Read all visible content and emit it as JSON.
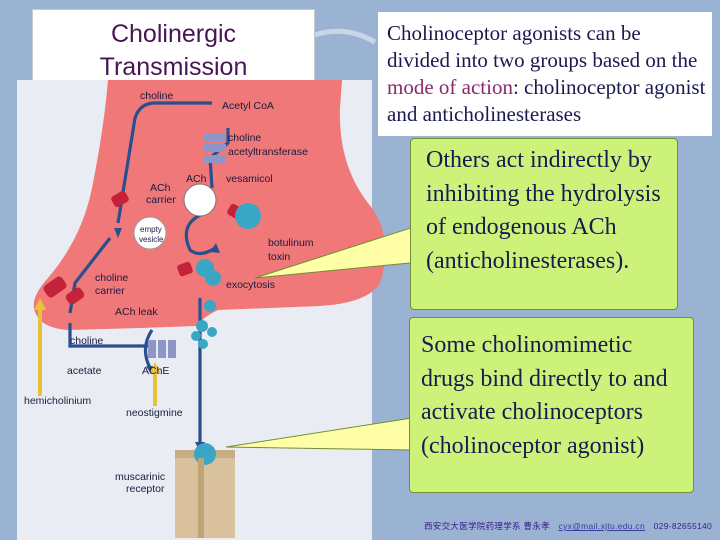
{
  "title": {
    "line1": "Cholinergic",
    "line2": "Transmission"
  },
  "intro": {
    "part1": "Cholinoceptor agonists can be divided into two groups based on the ",
    "highlight": "mode of action",
    "part2": ": cholinoceptor agonist and anticholinesterases"
  },
  "callout_indirect": "Others act indirectly by inhibiting the hydrolysis of endogenous ACh (anticholinesterases).",
  "callout_direct": "Some cholinomimetic drugs bind directly to and activate cholinoceptors (cholinoceptor agonist)",
  "diagram": {
    "labels": {
      "choline_top": "choline",
      "acetyl_coa": "Acetyl CoA",
      "cat_line1": "choline",
      "cat_line2": "acetyltransferase",
      "ach": "ACh",
      "vesamicol": "vesamicol",
      "ach_carrier_1": "ACh",
      "ach_carrier_2": "carrier",
      "empty_1": "empty",
      "empty_2": "vesicle",
      "botulinum_1": "botulinum",
      "botulinum_2": "toxin",
      "choline_carrier_1": "choline",
      "choline_carrier_2": "carrier",
      "exocytosis": "exocytosis",
      "ach_leak": "ACh leak",
      "choline_mid": "choline",
      "acetate": "acetate",
      "ache": "AChE",
      "hemicholinium": "hemicholinium",
      "neostigmine": "neostigmine",
      "muscarinic_1": "muscarinic",
      "muscarinic_2": "receptor"
    }
  },
  "footer": {
    "org": "西安交大医学院药理学系 曹永孝",
    "email": "cyx@mail.xjtu.edu.cn",
    "phone": "029-82655140"
  },
  "colors": {
    "terminal": "#f07878",
    "callout": "#ccf27a",
    "background": "#9ab3d3"
  }
}
